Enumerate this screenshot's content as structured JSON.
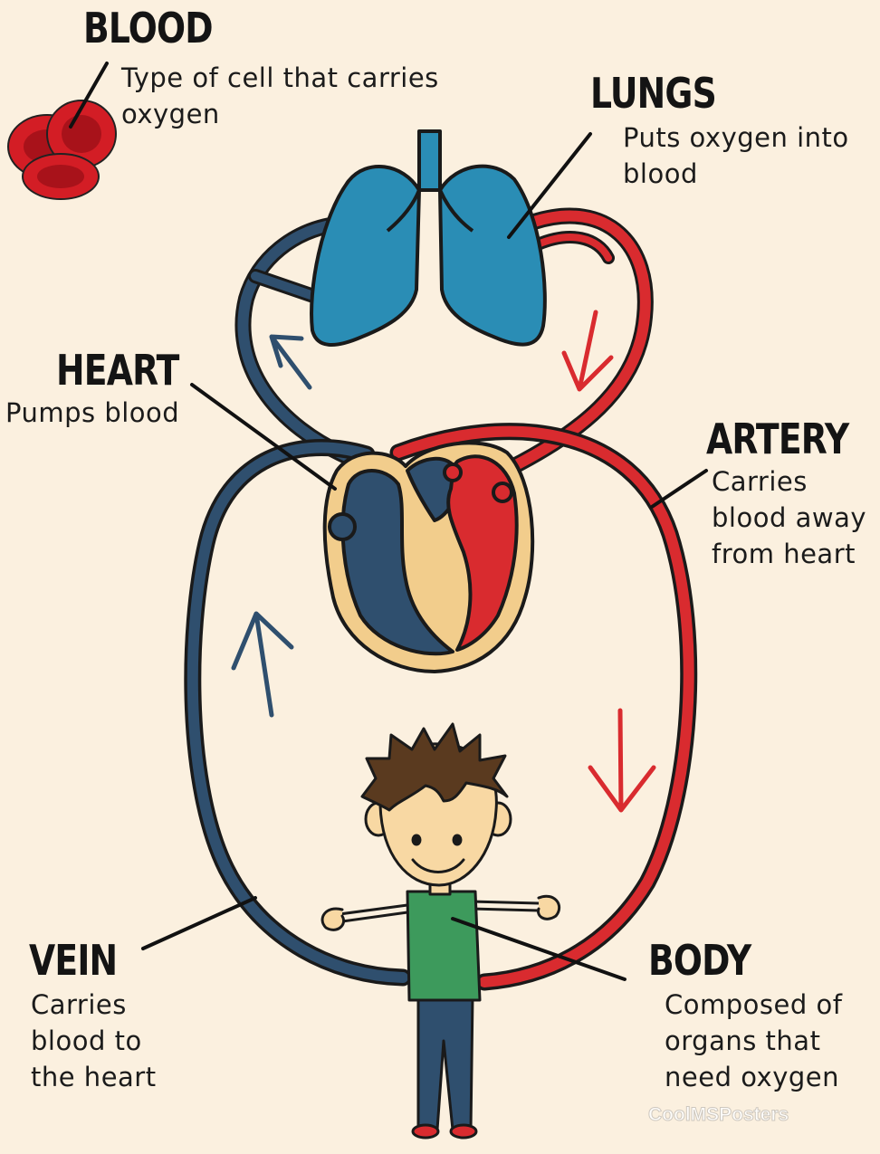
{
  "labels": {
    "blood": {
      "title": "BLOOD",
      "desc": "Type of cell that carries oxygen"
    },
    "lungs": {
      "title": "LUNGS",
      "desc": "Puts oxygen into blood"
    },
    "heart": {
      "title": "HEART",
      "desc": "Pumps blood"
    },
    "artery": {
      "title": "ARTERY",
      "desc": "Carries blood away from heart"
    },
    "vein": {
      "title": "VEIN",
      "desc": "Carries blood to the heart"
    },
    "body": {
      "title": "BODY",
      "desc": "Composed of organs that need oxygen"
    }
  },
  "watermark": "CoolMSPosters",
  "colors": {
    "background": "#fbf0df",
    "vein": "#2f4f6e",
    "artery": "#d92b2f",
    "lungs": "#2a8db5",
    "heart_wall": "#f2cd8c",
    "outline": "#1a1a1a"
  }
}
